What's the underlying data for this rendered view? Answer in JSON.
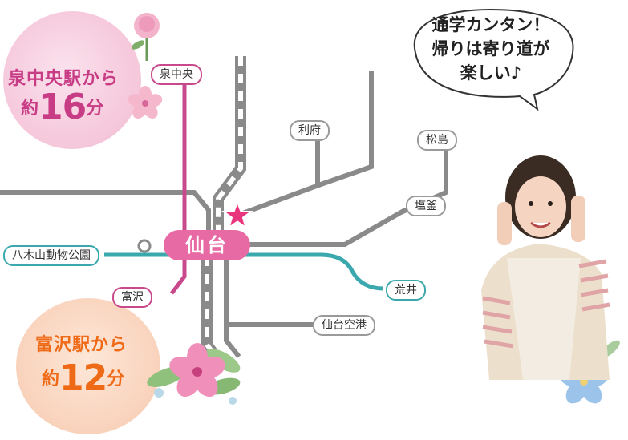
{
  "stations": {
    "izumi_chuo": "泉中央",
    "rifu": "利府",
    "matsushima": "松島",
    "shiogama": "塩釜",
    "sendai": "仙台",
    "yagiyama": "八木山動物公園",
    "tomizawa": "富沢",
    "arai": "荒井",
    "airport": "仙台空港"
  },
  "izumi_badge": {
    "prefix": "泉中央駅から",
    "pre": "約",
    "minutes": "16",
    "unit": "分"
  },
  "tomizawa_badge": {
    "prefix": "富沢駅から",
    "pre": "約",
    "minutes": "12",
    "unit": "分"
  },
  "speech": {
    "line1": "通学カンタン！",
    "line2": "帰りは寄り道が",
    "line3": "楽しい♪"
  },
  "colors": {
    "namboku": "#c94a8c",
    "tozai": "#3aa8ad",
    "jr": "#8a8a8a",
    "star": "#e8357e"
  }
}
